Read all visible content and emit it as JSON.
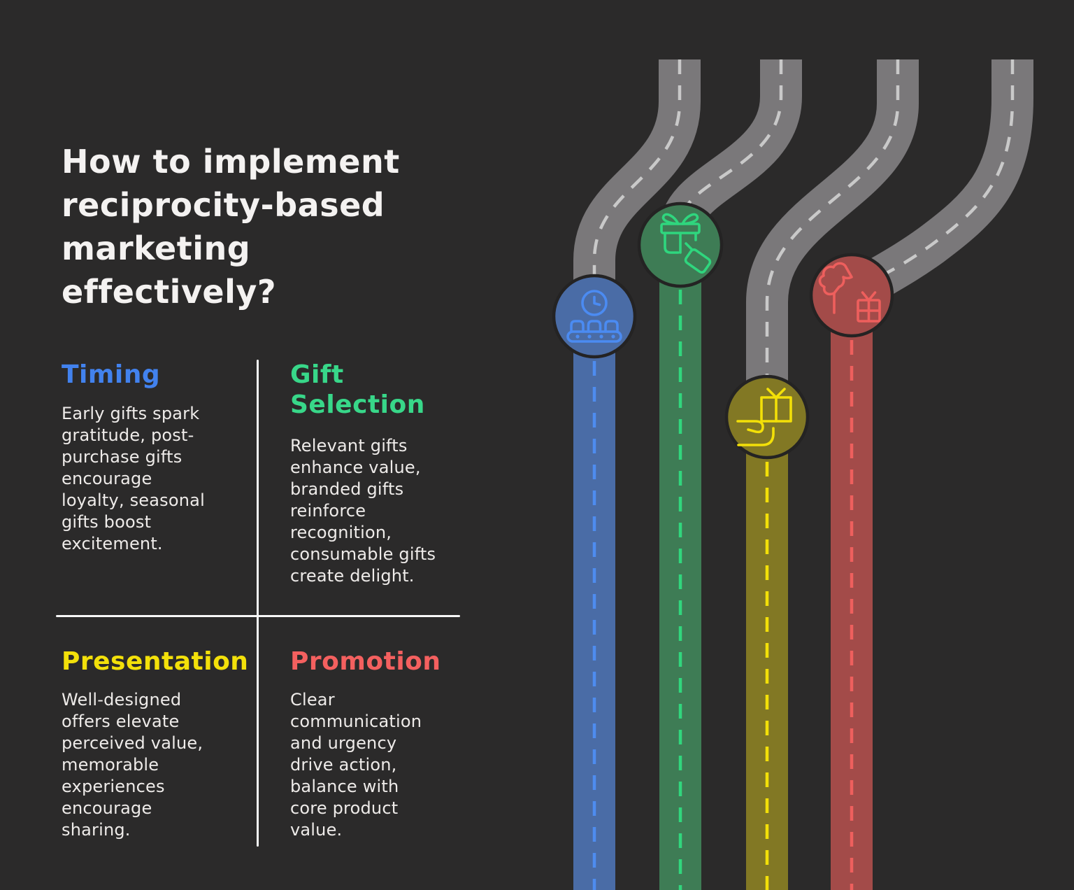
{
  "background_color": "#2b2a2a",
  "title_color": "#f4f2f1",
  "text_color": "#eeebe9",
  "divider_color": "#f7f7f7",
  "title": "How to implement\nreciprocity-based\nmarketing\neffectively?",
  "sections": [
    {
      "label": "Timing",
      "heading_color": "#4282ee",
      "body": "Early gifts spark gratitude, post-purchase gifts encourage loyalty, seasonal gifts boost excitement."
    },
    {
      "label": "Gift\nSelection",
      "heading_color": "#38d789",
      "body": "Relevant gifts enhance value, branded gifts reinforce recognition, consumable gifts create delight."
    },
    {
      "label": "Presentation",
      "heading_color": "#f3e00a",
      "body": "Well-designed offers elevate perceived value, memorable experiences encourage sharing."
    },
    {
      "label": "Promotion",
      "heading_color": "#f4605f",
      "body": "Clear communication and urgency drive action, balance with core product value."
    }
  ],
  "roadmap": {
    "road_color": "#7a787a",
    "road_dash_color": "#c9c9c9",
    "circle_outline_color": "#242323",
    "stops": [
      {
        "name": "timing",
        "icon": "clock-conveyor-icon",
        "fill": "#4a6ca6",
        "icon_color": "#4b8bf2",
        "dash_color": "#4e8cef"
      },
      {
        "name": "gift-selection",
        "icon": "gift-tag-icon",
        "fill": "#3e7c55",
        "icon_color": "#2fd67e",
        "dash_color": "#31d67d"
      },
      {
        "name": "presentation",
        "icon": "hand-gift-icon",
        "fill": "#827824",
        "icon_color": "#f3e008",
        "dash_color": "#f3e008"
      },
      {
        "name": "promotion",
        "icon": "flag-gift-icon",
        "fill": "#a34b49",
        "icon_color": "#ee5f5d",
        "dash_color": "#ee5f5d"
      }
    ]
  }
}
